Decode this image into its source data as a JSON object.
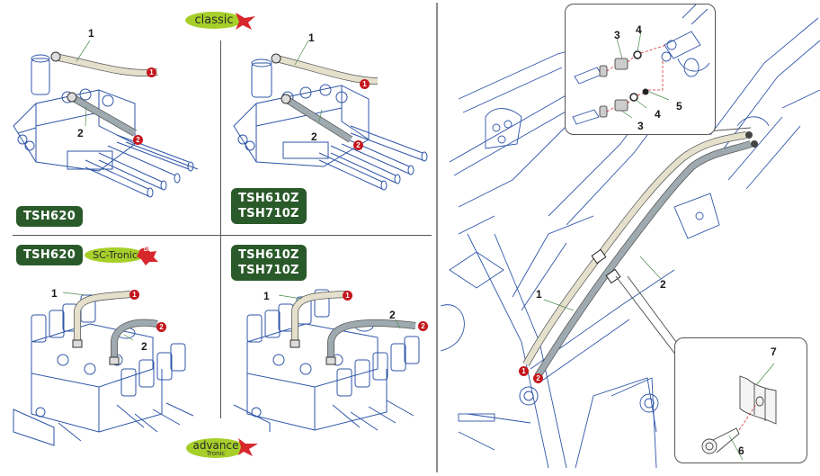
{
  "logos": {
    "classic": "classic",
    "sc_tronic": "SC-Tronic",
    "sc_tronic_badge": "Duo",
    "advance": "advance",
    "advance_sub": "Tronic"
  },
  "panels": [
    {
      "id": "top-left",
      "model": "TSH620",
      "labels": [
        "1",
        "2"
      ],
      "markers": [
        "1",
        "2"
      ]
    },
    {
      "id": "top-right",
      "model_lines": [
        "TSH610Z",
        "TSH710Z"
      ],
      "labels": [
        "1",
        "2"
      ],
      "markers": [
        "1",
        "2"
      ]
    },
    {
      "id": "bottom-left",
      "model": "TSH620",
      "labels": [
        "1",
        "2"
      ],
      "markers": [
        "1",
        "2"
      ]
    },
    {
      "id": "bottom-right",
      "model_lines": [
        "TSH610Z",
        "TSH710Z"
      ],
      "labels": [
        "1",
        "2"
      ],
      "markers": [
        "1",
        "2"
      ]
    }
  ],
  "main_view": {
    "labels": [
      "1",
      "2"
    ],
    "markers": [
      "1",
      "2"
    ]
  },
  "fitting_inset": {
    "labels": [
      "3",
      "4",
      "3",
      "4",
      "5"
    ]
  },
  "clamp_inset": {
    "labels": [
      "7",
      "6"
    ]
  },
  "colors": {
    "badge_green": "#2a5a2a",
    "marker_red": "#c4161c",
    "hose_1": "#e4e0cc",
    "hose_2": "#9eaab0",
    "line_blue": "#2f56a8",
    "logo_green": "#a6cf2a"
  }
}
